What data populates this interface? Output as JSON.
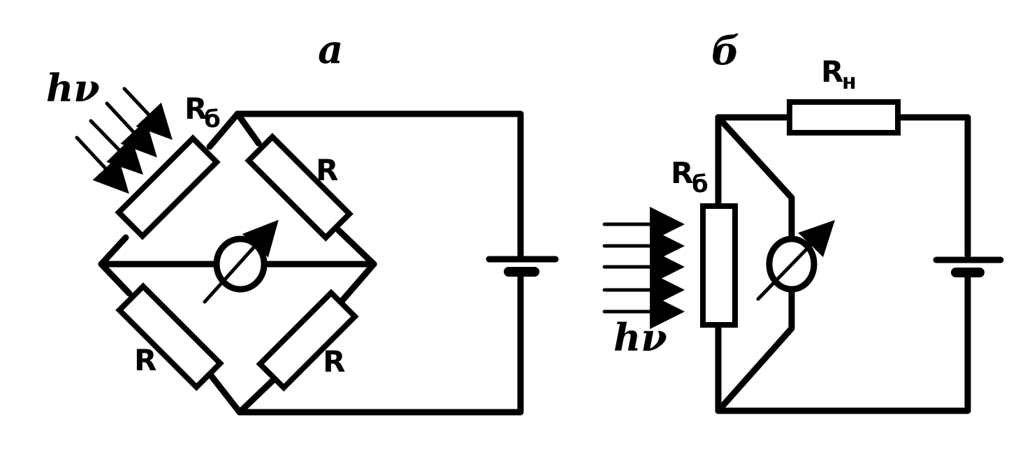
{
  "circuit_a": {
    "panel_label": "а",
    "photon_label": "hν",
    "photoresistor_label": "R",
    "photoresistor_subscript": "б",
    "resistor_labels": [
      "R",
      "R",
      "R"
    ]
  },
  "circuit_b": {
    "panel_label": "б",
    "photon_label": "hν",
    "photoresistor_label": "R",
    "photoresistor_subscript": "б",
    "load_resistor_label": "R",
    "load_resistor_subscript": "н"
  },
  "colors": {
    "ink": "#000000",
    "paper": "#ffffff"
  },
  "icons": [
    "photon-arrow-icon",
    "galvanometer-icon",
    "battery-icon",
    "resistor-icon",
    "photoresistor-icon"
  ]
}
